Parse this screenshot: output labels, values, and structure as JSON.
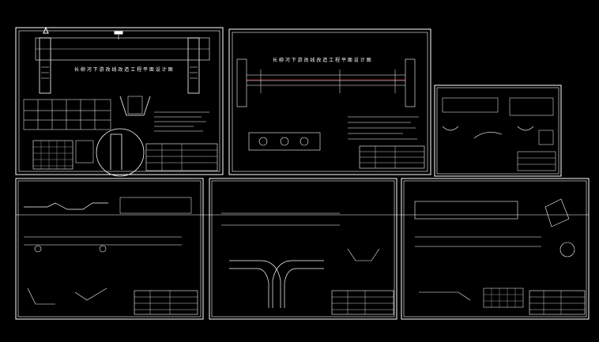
{
  "viewport": {
    "background": "#000000"
  },
  "colors": {
    "line": "#ffffff",
    "accent": "#ff3333",
    "dim": "#cfcfcf"
  },
  "sheets": [
    {
      "id": "sheet-1",
      "title": "长 柳 河 下 游 改 线 改 造 工 程 平 面 设 计 图"
    },
    {
      "id": "sheet-2",
      "title": "长 柳 河 下 游 改 线 改 造 工 程 平 面 设 计 图"
    },
    {
      "id": "sheet-3",
      "title": ""
    },
    {
      "id": "sheet-4",
      "title": ""
    },
    {
      "id": "sheet-5",
      "title": ""
    },
    {
      "id": "sheet-6",
      "title": ""
    }
  ]
}
